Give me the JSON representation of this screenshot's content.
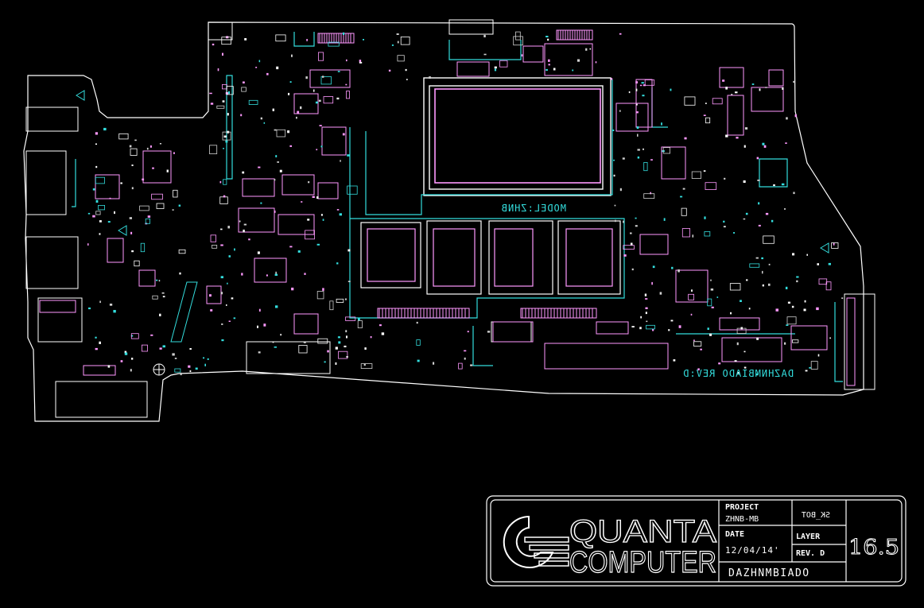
{
  "colors": {
    "background": "#000000",
    "outline": "#ffffff",
    "silk_pink": "#ff99ff",
    "silk_cyan": "#33dddd",
    "dots": "#cfcfcf"
  },
  "board": {
    "model_label": "MODEL:ZHNB",
    "pcb_label": "DAZHNMBIADO REV:D"
  },
  "title_block": {
    "logo_line1": "QUANTA",
    "logo_line2": "COMPUTER",
    "project_label": "PROJECT",
    "project_value": "ZHNB-MB",
    "date_label": "DATE",
    "date_value": "12/04/14'",
    "part_number": "DAZHNMBIADO",
    "layer_value": "SK_BOT",
    "layer_label": "LAYER",
    "rev_label": "REV. D",
    "version": "16.5"
  }
}
